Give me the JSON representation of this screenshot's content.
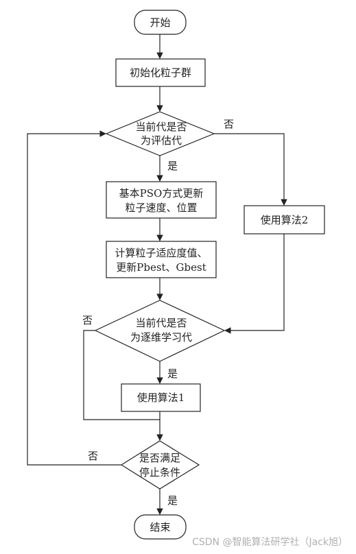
{
  "nodes": {
    "start": "开始",
    "init": "初始化粒子群",
    "decision_eval": [
      "当前代是否",
      "为评估代"
    ],
    "pso_update": [
      "基本PSO方式更新",
      "粒子速度、位置"
    ],
    "calc_fitness": [
      "计算粒子适应度值、",
      "更新Pbest、Gbest"
    ],
    "alg2": "使用算法2",
    "decision_learn": [
      "当前代是否",
      "为逐维学习代"
    ],
    "alg1": "使用算法1",
    "decision_stop": [
      "是否满足",
      "停止条件"
    ],
    "end": "结束"
  },
  "edge_labels": {
    "yes": "是",
    "no": "否"
  },
  "watermark": "CSDN @智能算法研学社（Jack旭）"
}
